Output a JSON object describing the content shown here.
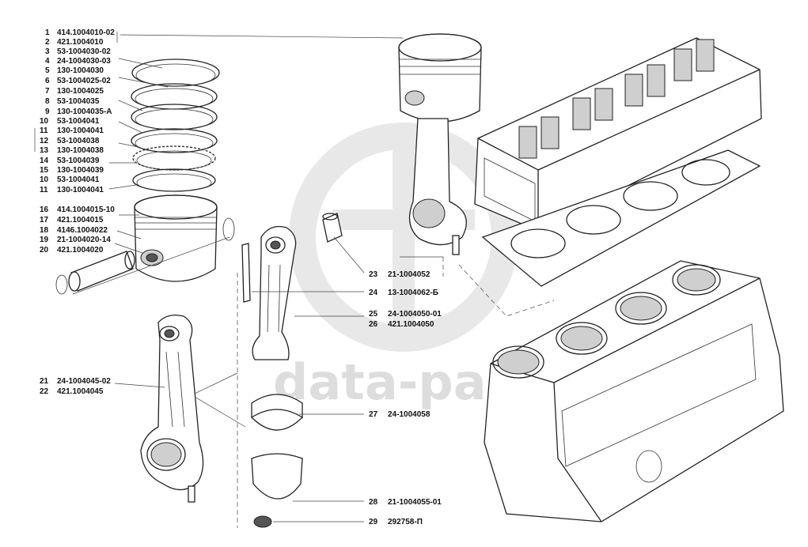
{
  "watermark": {
    "text": "data-parts"
  },
  "colors": {
    "ink": "#111111",
    "watermark": "#d2d2d2"
  },
  "callouts": [
    {
      "num": "1",
      "part": "414.1004010-02"
    },
    {
      "num": "2",
      "part": "421.1004010"
    },
    {
      "num": "3",
      "part": "53-1004030-02"
    },
    {
      "num": "4",
      "part": "24-1004030-03"
    },
    {
      "num": "5",
      "part": "130-1004030"
    },
    {
      "num": "6",
      "part": "53-1004025-02"
    },
    {
      "num": "7",
      "part": "130-1004025"
    },
    {
      "num": "8",
      "part": "53-1004035"
    },
    {
      "num": "9",
      "part": "130-1004035-А"
    },
    {
      "num": "10",
      "part": "53-1004041"
    },
    {
      "num": "11",
      "part": "130-1004041"
    },
    {
      "num": "12",
      "part": "53-1004038"
    },
    {
      "num": "13",
      "part": "130-1004038"
    },
    {
      "num": "14",
      "part": "53-1004039"
    },
    {
      "num": "15",
      "part": "130-1004039"
    },
    {
      "num": "10",
      "part": "53-1004041"
    },
    {
      "num": "11",
      "part": "130-1004041"
    },
    {
      "num": "16",
      "part": "414.1004015-10"
    },
    {
      "num": "17",
      "part": "421.1004015"
    },
    {
      "num": "18",
      "part": "4146.1004022"
    },
    {
      "num": "19",
      "part": "21-1004020-14"
    },
    {
      "num": "20",
      "part": "421.1004020"
    },
    {
      "num": "21",
      "part": "24-1004045-02"
    },
    {
      "num": "22",
      "part": "421.1004045"
    },
    {
      "num": "23",
      "part": "21-1004052"
    },
    {
      "num": "24",
      "part": "13-1004062-Б"
    },
    {
      "num": "25",
      "part": "24-1004050-01"
    },
    {
      "num": "26",
      "part": "421.1004050"
    },
    {
      "num": "27",
      "part": "24-1004058"
    },
    {
      "num": "28",
      "part": "21-1004055-01"
    },
    {
      "num": "29",
      "part": "292758-П"
    }
  ]
}
